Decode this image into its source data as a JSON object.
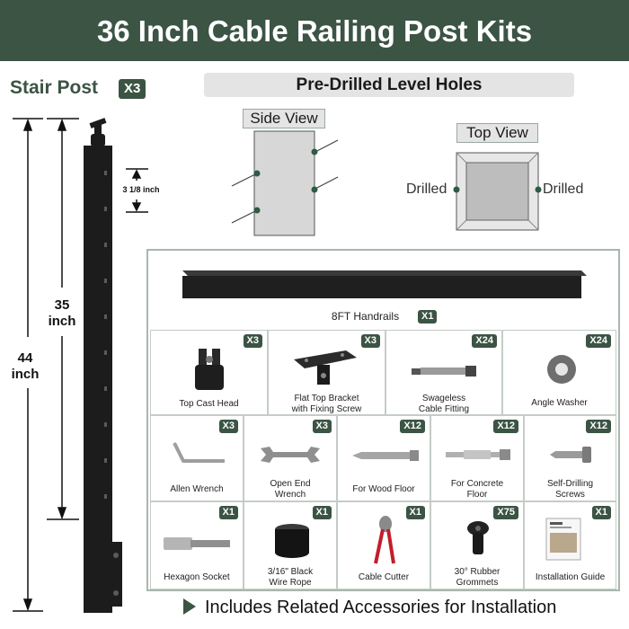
{
  "banner": {
    "title": "36 Inch Cable Railing Post Kits"
  },
  "stair_post": {
    "title": "Stair Post",
    "qty": "X3"
  },
  "dimensions": {
    "total": "44\ninch",
    "mid": "35\ninch",
    "hole_spacing": "3 1/8 inch"
  },
  "predrilled": {
    "title": "Pre-Drilled Level Holes",
    "side_view": "Side View",
    "top_view": "Top View",
    "drilled_left": "Drilled",
    "drilled_right": "Drilled"
  },
  "handrail": {
    "label": "8FT Handrails",
    "qty": "X1"
  },
  "row1": [
    {
      "label": "Top Cast Head",
      "qty": "X3",
      "icon": "cast-head-icon"
    },
    {
      "label": "Flat Top Bracket\nwith Fixing Screw",
      "qty": "X3",
      "icon": "bracket-icon"
    },
    {
      "label": "Swageless\nCable Fitting",
      "qty": "X24",
      "icon": "cable-fitting-icon"
    },
    {
      "label": "Angle Washer",
      "qty": "X24",
      "icon": "washer-icon"
    }
  ],
  "row2": [
    {
      "label": "Allen Wrench",
      "qty": "X3",
      "icon": "allen-wrench-icon"
    },
    {
      "label": "Open End\nWrench",
      "qty": "X3",
      "icon": "open-wrench-icon"
    },
    {
      "label": "For Wood Floor",
      "qty": "X12",
      "icon": "wood-screw-icon"
    },
    {
      "label": "For Concrete\nFloor",
      "qty": "X12",
      "icon": "concrete-anchor-icon"
    },
    {
      "label": "Self-Drilling\nScrews",
      "qty": "X12",
      "icon": "self-drilling-screw-icon"
    }
  ],
  "row3": [
    {
      "label": "Hexagon Socket",
      "qty": "X1",
      "icon": "hex-socket-icon"
    },
    {
      "label": "3/16\" Black\nWire Rope",
      "qty": "X1",
      "icon": "wire-rope-icon"
    },
    {
      "label": "Cable Cutter",
      "qty": "X1",
      "icon": "cable-cutter-icon"
    },
    {
      "label": "30° Rubber\nGrommets",
      "qty": "X75",
      "icon": "grommet-icon"
    },
    {
      "label": "Installation Guide",
      "qty": "X1",
      "icon": "guide-icon"
    }
  ],
  "footer": {
    "text": "Includes Related Accessories for Installation"
  },
  "colors": {
    "brand_green": "#3b5444",
    "dot_green": "#2f5a43",
    "post_black": "#1c1c1c"
  }
}
